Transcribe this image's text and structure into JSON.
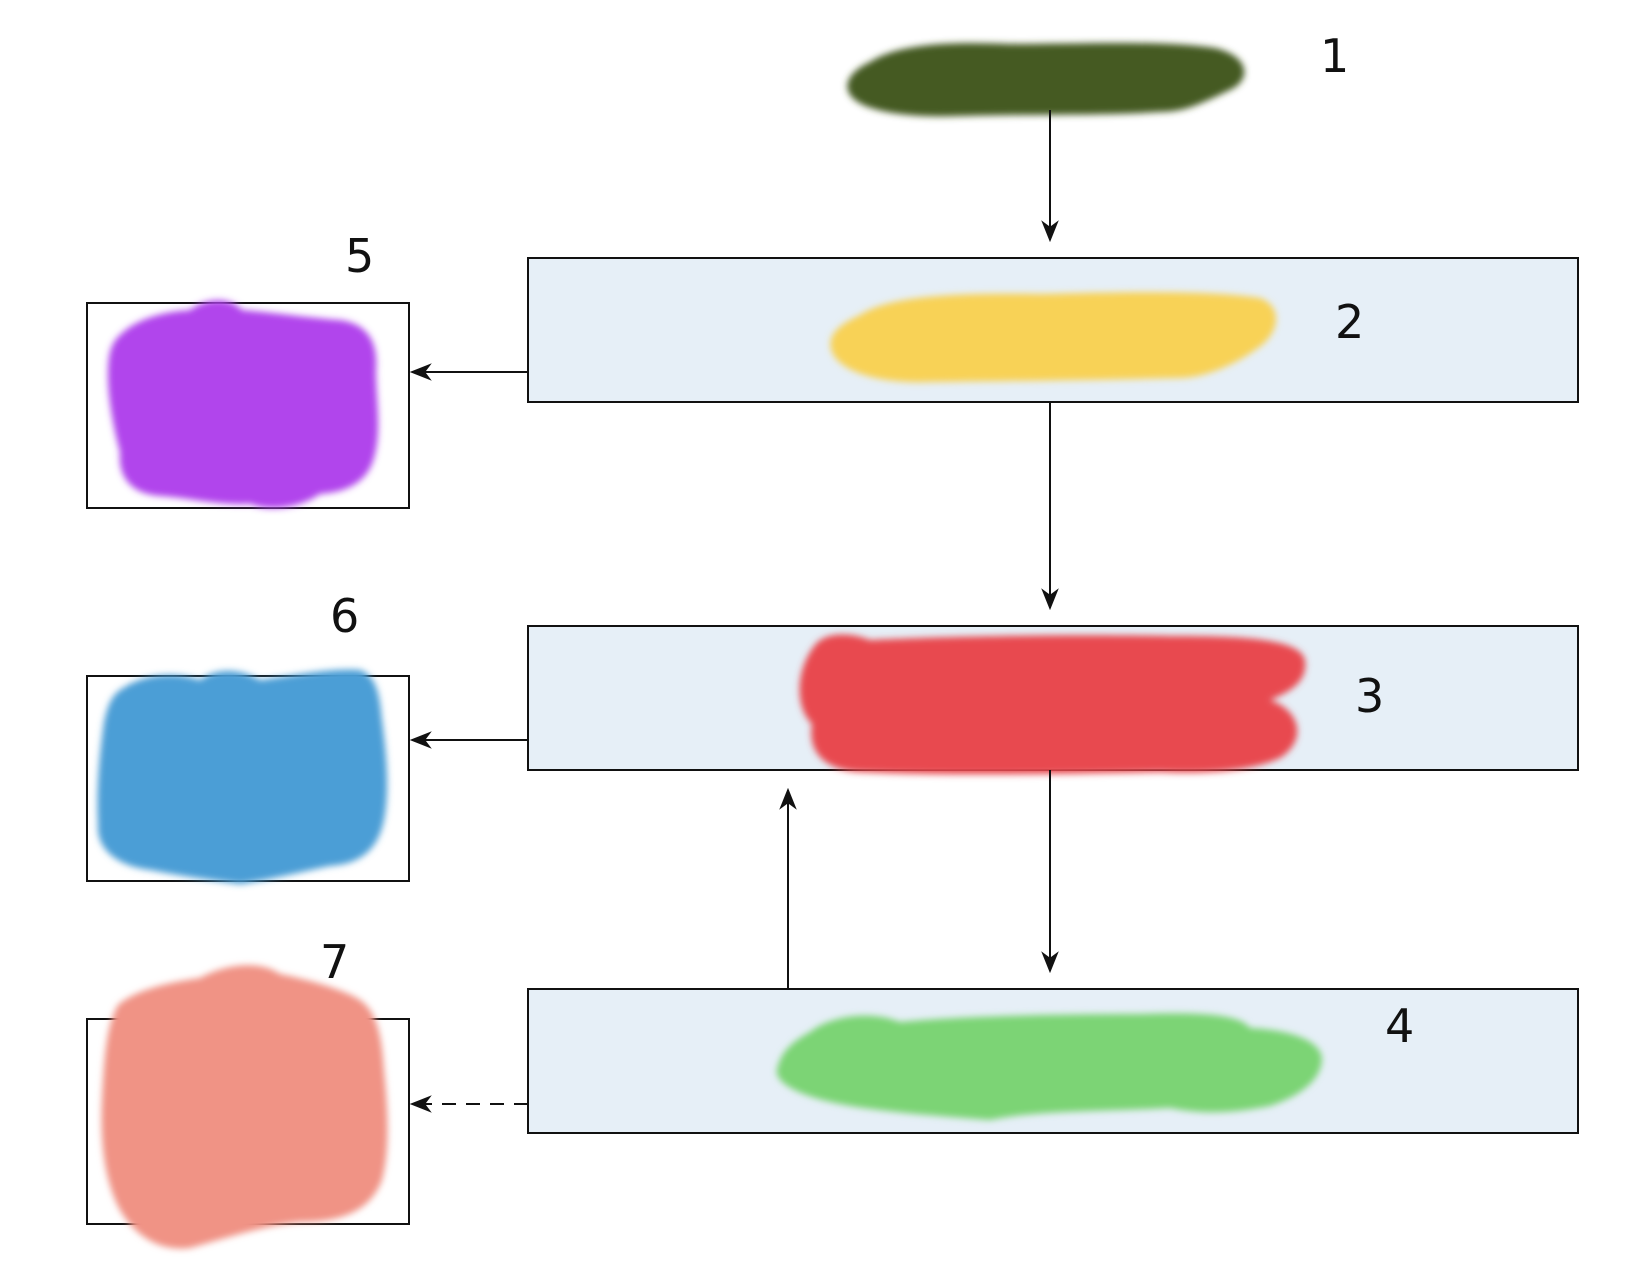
{
  "diagram": {
    "nodes": [
      {
        "id": "1",
        "label": "1",
        "color": "#445a24"
      },
      {
        "id": "2",
        "label": "2",
        "color": "#f8d257"
      },
      {
        "id": "3",
        "label": "3",
        "color": "#e8484f"
      },
      {
        "id": "4",
        "label": "4",
        "color": "#7bd475"
      },
      {
        "id": "5",
        "label": "5",
        "color": "#b144ec"
      },
      {
        "id": "6",
        "label": "6",
        "color": "#4b9ed6"
      },
      {
        "id": "7",
        "label": "7",
        "color": "#f09385"
      }
    ],
    "edges": [
      {
        "from": "1",
        "to": "2",
        "style": "solid"
      },
      {
        "from": "2",
        "to": "3",
        "style": "solid"
      },
      {
        "from": "3",
        "to": "4",
        "style": "solid"
      },
      {
        "from": "4",
        "to": "3",
        "style": "solid"
      },
      {
        "from": "2",
        "to": "5",
        "style": "solid"
      },
      {
        "from": "3",
        "to": "6",
        "style": "solid"
      },
      {
        "from": "4",
        "to": "7",
        "style": "dashed"
      }
    ],
    "colors": {
      "panel_fill": "#e6eff7",
      "stroke": "#111111"
    }
  }
}
